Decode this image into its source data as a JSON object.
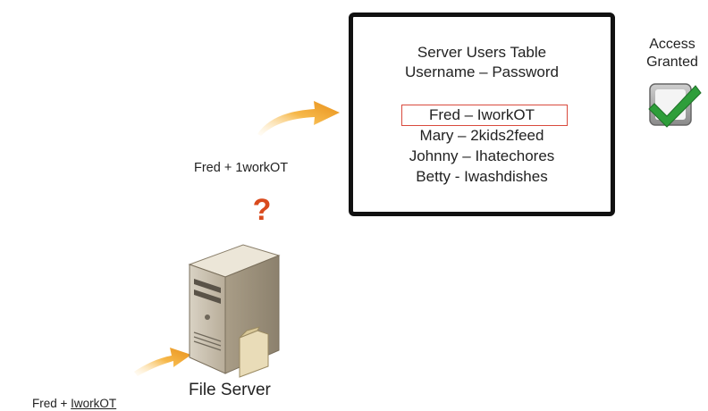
{
  "table": {
    "title": "Server Users Table",
    "subtitle": "Username – Password",
    "rows": [
      "Fred – IworkOT",
      "Mary – 2kids2feed",
      "Johnny – Ihatechores",
      "Betty - Iwashdishes"
    ]
  },
  "access": {
    "line1": "Access",
    "line2": "Granted"
  },
  "request_label": "Fred + 1workOT",
  "client_label": {
    "prefix": "Fred + ",
    "password": "IworkOT"
  },
  "server_caption": "File Server",
  "question_mark": "?",
  "colors": {
    "arrow": "#f0a020",
    "check": "#2e9e3a",
    "question": "#d94a1d",
    "highlight": "#d94a3d"
  },
  "icons": [
    "arrow-icon",
    "question-icon",
    "server-icon",
    "check-icon"
  ]
}
